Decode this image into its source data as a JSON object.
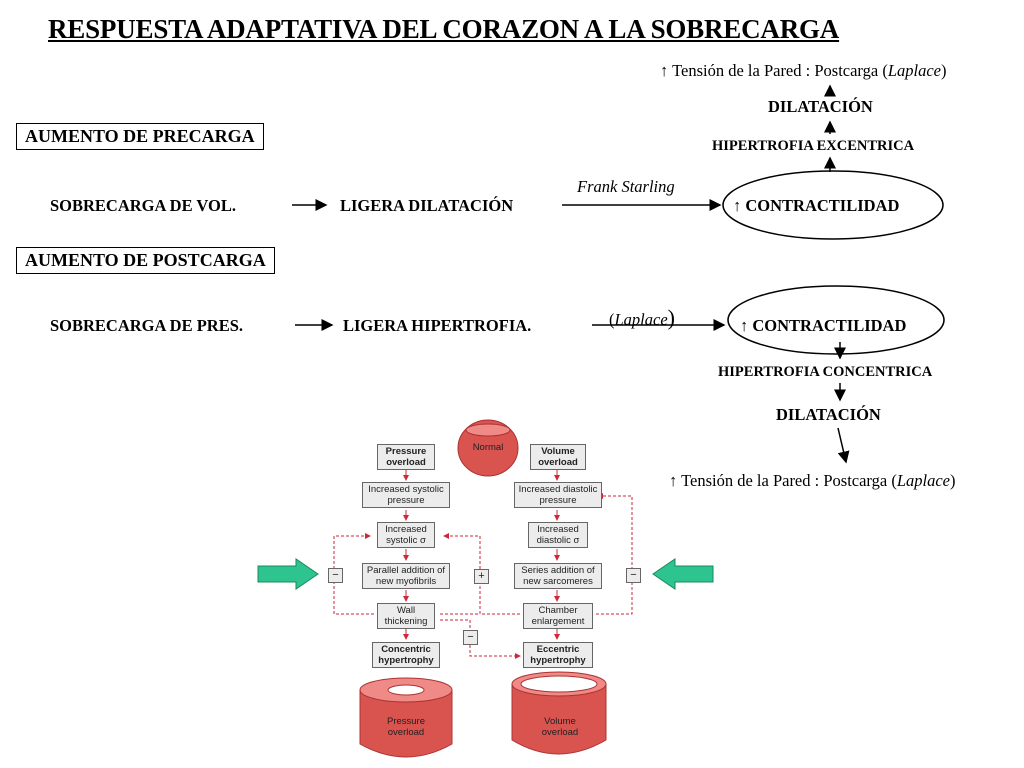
{
  "title": "RESPUESTA  ADAPTATIVA DEL CORAZON A LA SOBRECARGA",
  "arrow_up": "↑",
  "top_chain": {
    "tension_prefix": "Tensión de la Pared : Postcarga (",
    "tension_italic": "Laplace",
    "tension_suffix": ")",
    "dilatacion": "DILATACIÓN",
    "hipertrofia": "HIPERTROFIA EXCENTRICA"
  },
  "precarga": {
    "box": "AUMENTO DE PRECARGA",
    "step1": "SOBRECARGA DE VOL.",
    "step2": "LIGERA DILATACIÓN",
    "mechanism": "Frank Starling",
    "result": "CONTRACTILIDAD"
  },
  "postcarga": {
    "box": "AUMENTO DE POSTCARGA",
    "step1": "SOBRECARGA DE PRES.",
    "step2": "LIGERA HIPERTROFIA.",
    "mechanism_open": "(",
    "mechanism": "Laplace",
    "mechanism_close": ")",
    "result": "CONTRACTILIDAD"
  },
  "bottom_chain": {
    "hipertrofia": "HIPERTROFIA CONCENTRICA",
    "dilatacion": "DILATACIÓN",
    "tension_prefix": "Tensión de la Pared : Postcarga (",
    "tension_italic": "Laplace",
    "tension_suffix": ")"
  },
  "figure": {
    "normal": "Normal",
    "left": [
      "Pressure overload",
      "Increased systolic pressure",
      "Increased systolic σ",
      "Parallel addition of new myofibrils",
      "Wall thickening",
      "Concentric hypertrophy"
    ],
    "right": [
      "Volume overload",
      "Increased diastolic pressure",
      "Increased diastolic σ",
      "Series addition of new sarcomeres",
      "Chamber enlargement",
      "Eccentric hypertrophy"
    ],
    "signs": {
      "minus": "−",
      "plus": "+"
    },
    "heart_left": "Pressure overload",
    "heart_right": "Volume overload"
  },
  "colors": {
    "heart_fill": "#d9534f",
    "heart_light": "#f08a86",
    "pointer_arrow": "#2ec48f",
    "flow_line": "#cc2a3a"
  }
}
